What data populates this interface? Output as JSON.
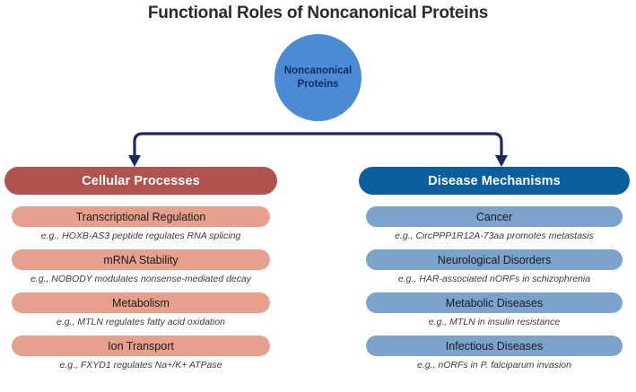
{
  "title": "Functional Roles of Noncanonical Proteins",
  "hub": {
    "line1": "Noncanonical",
    "line2": "Proteins",
    "color": "#4a8bd4",
    "text_color": "#152a63"
  },
  "connector": {
    "color": "#1b2a63",
    "arrow_left_label": "arrow-to-cellular-processes",
    "arrow_right_label": "arrow-to-disease-mechanisms"
  },
  "columns": [
    {
      "key": "cellular-processes",
      "header": "Cellular Processes",
      "header_color": "#b0534e",
      "pill_color": "#e8a08e",
      "items": [
        {
          "label": "Transcriptional Regulation",
          "example": "e.g., HOXB-AS3 peptide regulates RNA splicing"
        },
        {
          "label": "mRNA Stability",
          "example": "e.g., NOBODY modulates nonsense-mediated decay"
        },
        {
          "label": "Metabolism",
          "example": "e.g., MTLN regulates fatty acid oxidation"
        },
        {
          "label": "Ion Transport",
          "example": "e.g., FXYD1 regulates Na+/K+ ATPase"
        }
      ]
    },
    {
      "key": "disease-mechanisms",
      "header": "Disease Mechanisms",
      "header_color": "#0b5e9e",
      "pill_color": "#7ba3cc",
      "items": [
        {
          "label": "Cancer",
          "example": "e.g., CircPPP1R12A-73aa promotes metastasis"
        },
        {
          "label": "Neurological Disorders",
          "example": "e.g., HAR-associated nORFs in schizophrenia"
        },
        {
          "label": "Metabolic Diseases",
          "example": "e.g., MTLN in insulin resistance"
        },
        {
          "label": "Infectious Diseases",
          "example": "e.g., nORFs in P. falciparum invasion"
        }
      ]
    }
  ]
}
